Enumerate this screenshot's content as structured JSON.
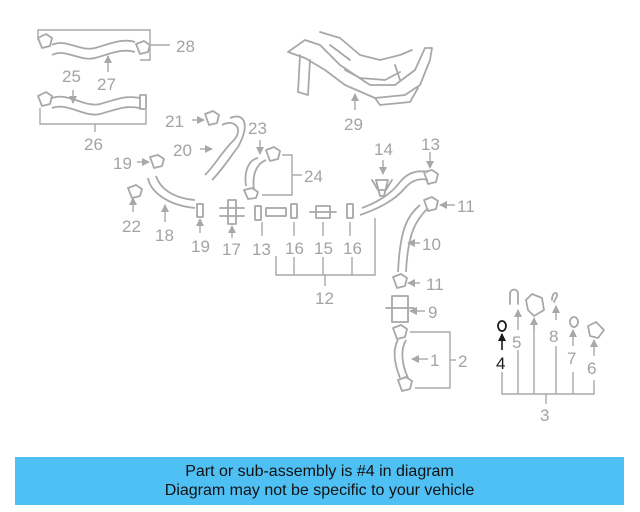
{
  "labels": {
    "l1": "1",
    "l2": "2",
    "l3": "3",
    "l4": "4",
    "l5": "5",
    "l6": "6",
    "l7": "7",
    "l8": "8",
    "l9": "9",
    "l10": "10",
    "l11a": "11",
    "l11b": "11",
    "l12": "12",
    "l13a": "13",
    "l13b": "13",
    "l14": "14",
    "l15": "15",
    "l16a": "16",
    "l16b": "16",
    "l17": "17",
    "l18": "18",
    "l19a": "19",
    "l19b": "19",
    "l20": "20",
    "l21": "21",
    "l22": "22",
    "l23": "23",
    "l24": "24",
    "l25": "25",
    "l26": "26",
    "l27": "27",
    "l28": "28",
    "l29": "29"
  },
  "highlight_part": "4",
  "colors": {
    "banner": "#4fc0f4",
    "highlight": "#1a1a1a",
    "parts": "#a8a8a8"
  },
  "banner": {
    "line1": "Part or sub-assembly is #4 in diagram",
    "line2": "Diagram may not be specific to your vehicle"
  }
}
